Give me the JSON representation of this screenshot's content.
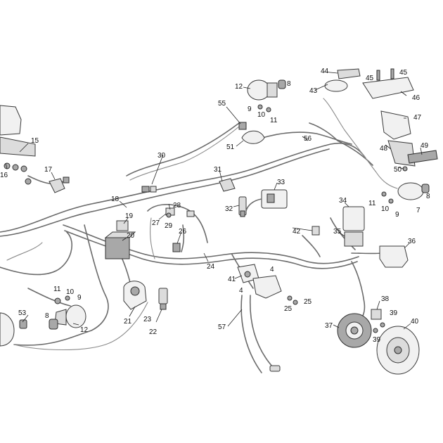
{
  "callouts": {
    "c15": "15",
    "c16": "16",
    "c17": "17",
    "c18": "18",
    "c19": "19",
    "c20": "20",
    "c21": "21",
    "c22": "22",
    "c23": "23",
    "c24": "24",
    "c25a": "25",
    "c25b": "25",
    "c26": "26",
    "c27": "27",
    "c28": "28",
    "c29": "29",
    "c30": "30",
    "c31": "31",
    "c32": "32",
    "c33": "33",
    "c34": "34",
    "c35": "35",
    "c36": "36",
    "c37": "37",
    "c38": "38",
    "c39a": "39",
    "c39b": "39",
    "c40": "40",
    "c41": "41",
    "c42": "42",
    "c43": "43",
    "c44": "44",
    "c45a": "45",
    "c45b": "45",
    "c46": "46",
    "c47": "47",
    "c48": "48",
    "c49": "49",
    "c50": "50",
    "c51": "51",
    "c53": "53",
    "c55": "55",
    "c56": "56",
    "c57": "57",
    "c4a": "4",
    "c4b": "4",
    "c7": "7",
    "c8a": "8",
    "c8b": "8",
    "c8c": "8",
    "c9a": "9",
    "c9b": "9",
    "c9c": "9",
    "c10a": "10",
    "c10b": "10",
    "c10c": "10",
    "c11a": "11",
    "c11b": "11",
    "c11c": "11",
    "c12a": "12",
    "c12b": "12"
  }
}
